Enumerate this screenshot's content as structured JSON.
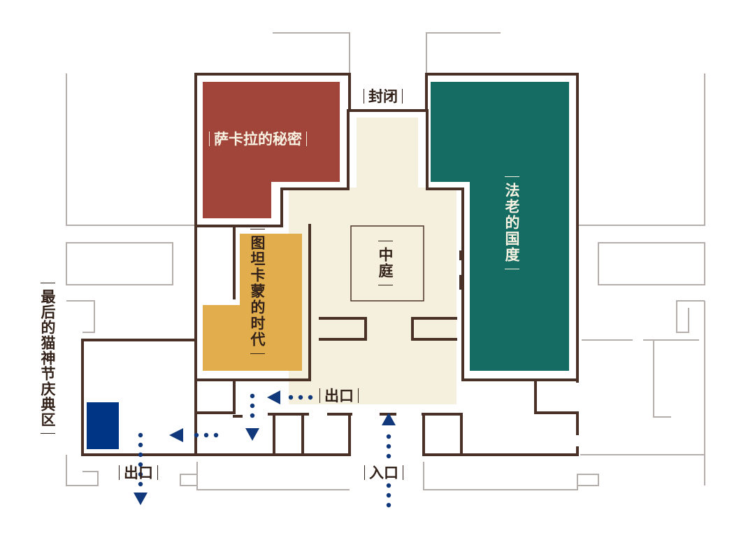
{
  "colors": {
    "wall": "#4a3128",
    "outline": "#b5aeaa",
    "courtyard": "#f5efdd",
    "saqqara_room": "#a1443a",
    "pharaoh_room": "#146c62",
    "tutankhamun_room": "#e2ad4c",
    "marker": "#003585",
    "arrow": "#11387a"
  },
  "rooms": {
    "saqqara": "萨卡拉的秘密",
    "pharaoh": "法老的国度",
    "tutankhamun": "图坦卡蒙的时代",
    "courtyard": "中庭",
    "cat_festival": "最后的猫神节庆典区"
  },
  "labels": {
    "closed": "封闭",
    "exit_courtyard": "出口",
    "exit_bottom": "出口",
    "entrance": "入口"
  }
}
